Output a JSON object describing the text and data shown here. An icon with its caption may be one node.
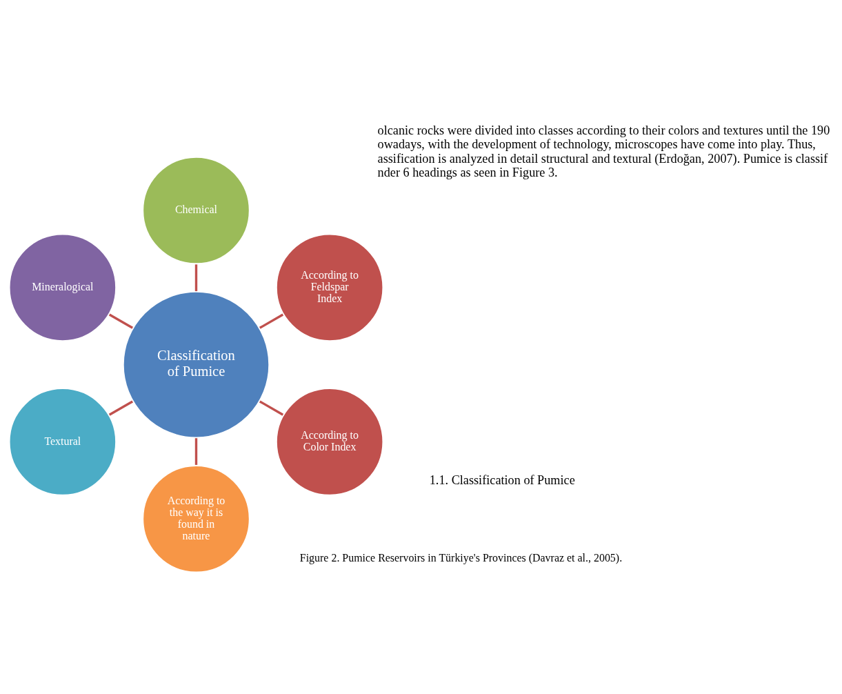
{
  "diagram": {
    "nodes": [
      {
        "text": [
          "Classification of Pumice"
        ]
      },
      {
        "text": [
          "According to Feldspar Index"
        ]
      },
      {
        "text": [
          "Chemical"
        ]
      },
      {
        "text": [
          "Mineralogical"
        ]
      },
      {
        "text": [
          "Textural"
        ]
      },
      {
        "text": [
          "According to the way it is found in nature"
        ]
      },
      {
        "text": [
          "According to Color Index"
        ]
      }
    ],
    "edges": [
      {
        "from": 0,
        "to": 1,
        "arrow": "none"
      },
      {
        "from": 0,
        "to": 2,
        "arrow": "none"
      },
      {
        "from": 0,
        "to": 3,
        "arrow": "none"
      },
      {
        "from": 0,
        "to": 4,
        "arrow": "none"
      },
      {
        "from": 0,
        "to": 5,
        "arrow": "none"
      },
      {
        "from": 0,
        "to": 6,
        "arrow": "none"
      }
    ],
    "labels": [
      "Figure 2. Pumice Reservoirs in Türkiye's Provinces (Davraz et al., 2005).",
      "1.1. Classification of Pumice",
      "olcanic rocks were divided into classes according to their colors and textures until the 190 owadays, with the development of technology, microscopes have come into play. Thus, assification is analyzed in detail structural and textural (Erdoğan, 2007). Pumice is classif nder 6 headings as seen in Figure 3."
    ]
  }
}
